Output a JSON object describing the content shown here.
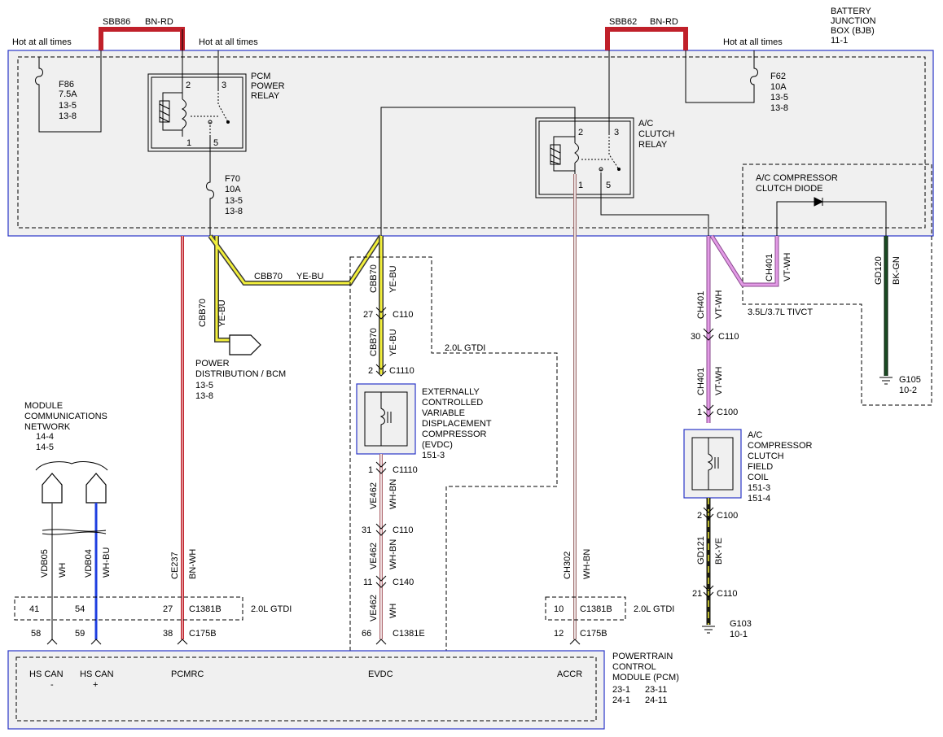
{
  "bjb": {
    "title": [
      "BATTERY",
      "JUNCTION",
      "BOX (BJB)",
      "11-1"
    ],
    "sbb86": "SBB86",
    "sbb86_color": "BN-RD",
    "sbb62": "SBB62",
    "sbb62_color": "BN-RD",
    "hot1": "Hot at all times",
    "hot2": "Hot at all times",
    "hot3": "Hot at all times",
    "f86": [
      "F86",
      "7.5A",
      "13-5",
      "13-8"
    ],
    "f70": [
      "F70",
      "10A",
      "13-5",
      "13-8"
    ],
    "f62": [
      "F62",
      "10A",
      "13-5",
      "13-8"
    ],
    "pcm_relay": [
      "PCM",
      "POWER",
      "RELAY"
    ],
    "pcm_relay_pins": [
      "2",
      "3",
      "1",
      "5"
    ],
    "ac_relay": [
      "A/C",
      "CLUTCH",
      "RELAY"
    ],
    "ac_relay_pins": [
      "2",
      "3",
      "1",
      "5"
    ],
    "diode": [
      "A/C COMPRESSOR",
      "CLUTCH DIODE"
    ]
  },
  "wires": {
    "cbb70": "CBB70",
    "ye_bu": "YE-BU",
    "ce237": "CE237",
    "bn_wh": "BN-WH",
    "ch401": "CH401",
    "vt_wh": "VT-WH",
    "gd120": "GD120",
    "bk_gn": "BK-GN",
    "ve462": "VE462",
    "wh_bn": "WH-BN",
    "wh": "WH",
    "ch302": "CH302",
    "gd121": "GD121",
    "bk_ye": "BK-YE",
    "vdb05": "VDB05",
    "vdb04": "VDB04",
    "wh_bu": "WH-BU"
  },
  "connectors": {
    "c110": "C110",
    "c1110": "C1110",
    "c140": "C140",
    "c100": "C100",
    "c1381b": "C1381B",
    "c1381e": "C1381E",
    "c175b": "C175B",
    "pins": {
      "p27": "27",
      "p2": "2",
      "p1": "1",
      "p31": "31",
      "p11": "11",
      "p66": "66",
      "p30": "30",
      "p21": "21",
      "p41": "41",
      "p54": "54",
      "p58": "58",
      "p59": "59",
      "p38": "38",
      "p10": "10",
      "p12": "12"
    }
  },
  "labels": {
    "pdb": [
      "POWER",
      "DISTRIBUTION / BCM",
      "13-5",
      "13-8"
    ],
    "gtdi": "2.0L GTDI",
    "tivct": "3.5L/3.7L TIVCT",
    "evdc": [
      "EXTERNALLY",
      "CONTROLLED",
      "VARIABLE",
      "DISPLACEMENT",
      "COMPRESSOR",
      "(EVDC)",
      "151-3"
    ],
    "coil": [
      "A/C",
      "COMPRESSOR",
      "CLUTCH",
      "FIELD",
      "COIL",
      "151-3",
      "151-4"
    ],
    "g105": [
      "G105",
      "10-2"
    ],
    "g103": [
      "G103",
      "10-1"
    ],
    "mcn": [
      "MODULE",
      "COMMUNICATIONS",
      "NETWORK",
      "14-4",
      "14-5"
    ]
  },
  "pcm": {
    "title": [
      "POWERTRAIN",
      "CONTROL",
      "MODULE (PCM)"
    ],
    "refs": [
      "23-1",
      "23-11",
      "24-1",
      "24-11"
    ],
    "hs_can_minus": "HS CAN",
    "minus": "-",
    "hs_can_plus": "HS CAN",
    "plus": "+",
    "pcmrc": "PCMRC",
    "evdc": "EVDC",
    "accr": "ACCR"
  },
  "colors": {
    "box_fill": "#f0f0f0",
    "box_stroke": "#2a36c8",
    "red": "#c0202a",
    "bn_rd": "#c0202a",
    "yellow": "#f2ef3a",
    "brown": "#7a3b2a",
    "violet": "#e39be6",
    "blue": "#1f3fe0",
    "dark_green": "#0e2a12"
  }
}
